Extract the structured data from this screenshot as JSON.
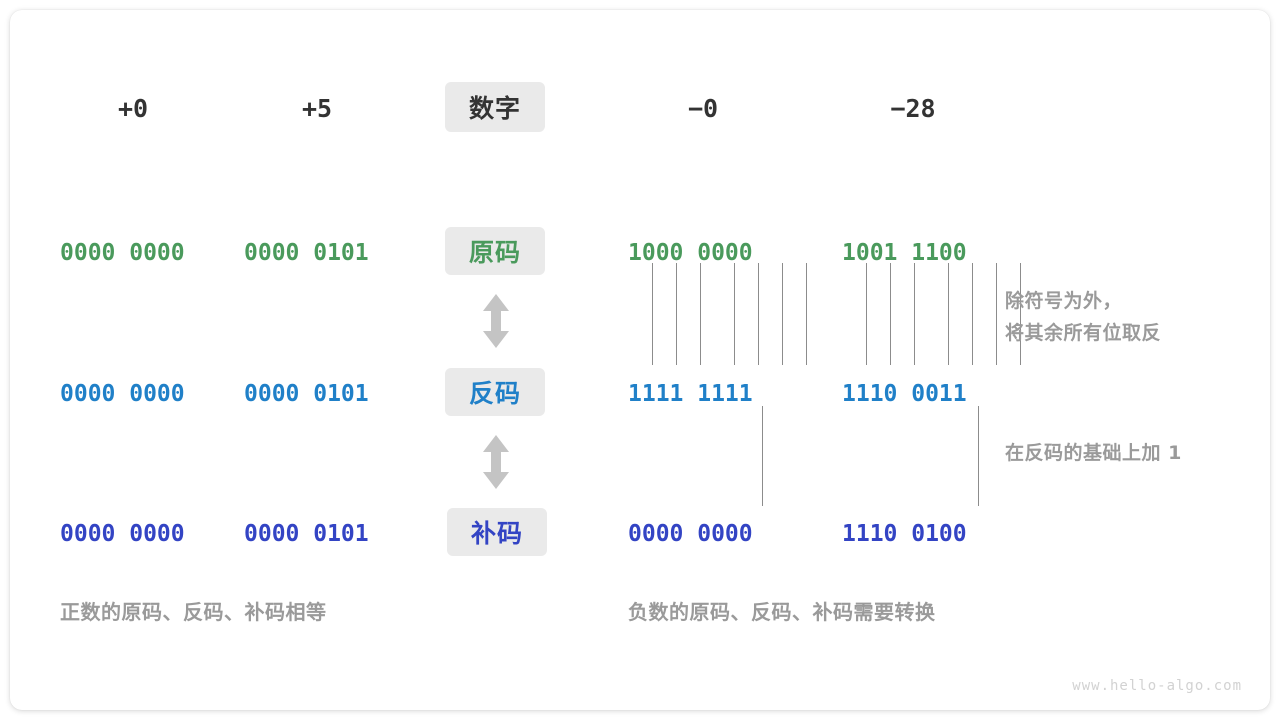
{
  "figure": {
    "watermark": "www.hello-algo.com",
    "colors": {
      "sign_magnitude": "#4a9a5c",
      "ones_complement": "#2080c8",
      "twos_complement": "#3344c4",
      "badge_background": "#eaeaea",
      "annotation_gray": "#9a9a9a",
      "connector_line": "#8c8c8c",
      "arrow_gray": "#c4c4c4",
      "heading_text": "#333333"
    }
  },
  "row_labels": {
    "number": "数字",
    "sign_magnitude": "原码",
    "ones_complement": "反码",
    "twos_complement": "补码"
  },
  "columns": [
    {
      "key": "plus-zero",
      "number": "+0",
      "sign_magnitude": "0000 0000",
      "ones_complement": "0000 0000",
      "twos_complement": "0000 0000",
      "sign": "positive"
    },
    {
      "key": "plus-five",
      "number": "+5",
      "sign_magnitude": "0000 0101",
      "ones_complement": "0000 0101",
      "twos_complement": "0000 0101",
      "sign": "positive"
    },
    {
      "key": "minus-zero",
      "number": "−0",
      "sign_magnitude": "1000 0000",
      "ones_complement": "1111 1111",
      "twos_complement": "0000 0000",
      "sign": "negative"
    },
    {
      "key": "minus-twentyeight",
      "number": "−28",
      "sign_magnitude": "1001 1100",
      "ones_complement": "1110 0011",
      "twos_complement": "1110 0100",
      "sign": "negative"
    }
  ],
  "annotations": {
    "invert_rule": "除符号为外，\n将其余所有位取反",
    "add_one_rule": "在反码的基础上加  1"
  },
  "captions": {
    "positive": "正数的原码、反码、补码相等",
    "negative": "负数的原码、反码、补码需要转换"
  }
}
